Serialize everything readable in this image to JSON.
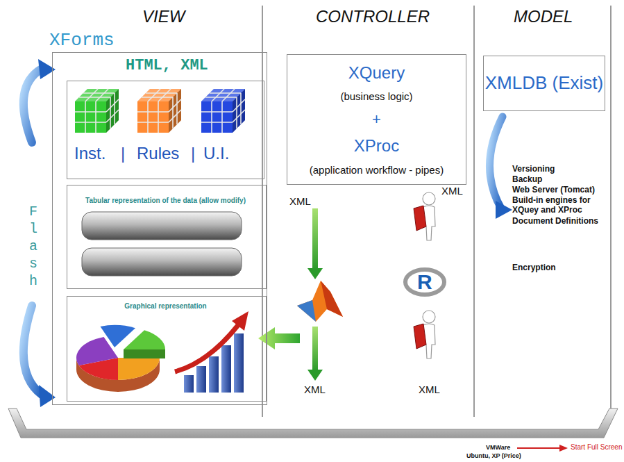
{
  "diagram": {
    "nodes": [
      {
        "text": [
          "XForms",
          "HTML, XML"
        ]
      },
      {
        "text": [
          "Inst.",
          "|",
          "Rules",
          "|",
          "U.I."
        ],
        "in": 0
      },
      {
        "text": [
          "Tabular representation of the data (allow modify)"
        ],
        "in": 0
      },
      {
        "text": [
          "Graphical representation"
        ],
        "in": 0
      },
      {
        "text": [
          "XQuery",
          "(business logic)",
          "+",
          "XProc",
          "(application workflow - pipes)"
        ]
      },
      {
        "text": [
          "XMLDB (Exist)"
        ]
      }
    ],
    "labels": [
      "VIEW",
      "CONTROLLER",
      "MODEL",
      "Flash",
      "XML",
      "XML",
      "XML",
      "XML",
      "R",
      "Versioning",
      "Backup",
      "Web Server (Tomcat)",
      "Build-in engines for XQuey and XProc",
      "Document Definitions",
      "Encryption",
      "VMWare",
      "Ubuntu, XP (Price)",
      "Start Full Screen"
    ]
  }
}
